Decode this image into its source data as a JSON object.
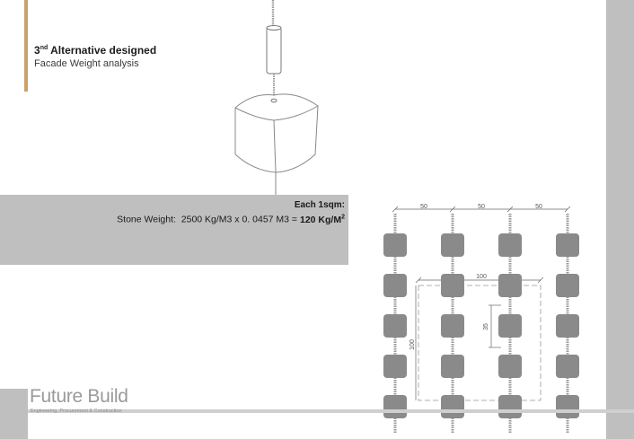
{
  "header": {
    "title_prefix": "3",
    "title_sup": "nd",
    "title_main": " Alternative designed",
    "subtitle": "Facade Weight analysis"
  },
  "calculation": {
    "heading": "Each 1sqm:",
    "label": "Stone Weight:",
    "formula": "2500 Kg/M3  x 0. 0457 M3 = ",
    "result": "120 Kg/M",
    "result_sup": "2"
  },
  "diagram": {
    "spacing_labels": [
      "50",
      "50",
      "50"
    ],
    "width_label": "100",
    "height_label": "100",
    "gap_label": "35"
  },
  "brand": {
    "name": "Future Build",
    "tagline": "Engineering, Procurement & Construction"
  },
  "colors": {
    "accent": "#c9a26a",
    "panel_grey": "#bfbfbf",
    "stone_grey": "#8a8a8a"
  }
}
